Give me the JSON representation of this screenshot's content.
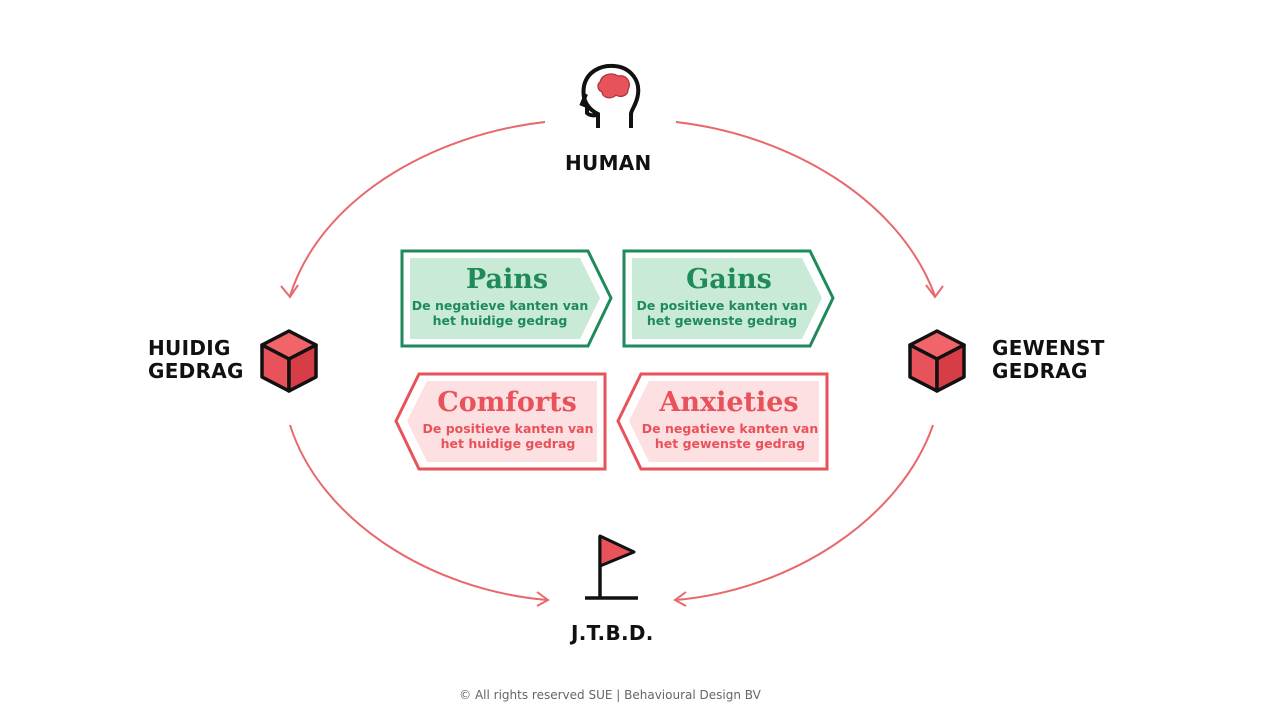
{
  "nodes": {
    "human": "HUMAN",
    "current_behaviour": [
      "HUIDIG",
      "GEDRAG"
    ],
    "desired_behaviour": [
      "GEWENST",
      "GEDRAG"
    ],
    "jtbd": "J.T.B.D."
  },
  "forces": [
    {
      "title": "Pains",
      "line1": "De negatieve kanten van",
      "line2": "het huidige gedrag",
      "color": "#1f8a5a"
    },
    {
      "title": "Gains",
      "line1": "De positieve kanten van",
      "line2": "het gewenste gedrag",
      "color": "#1f8a5a"
    },
    {
      "title": "Comforts",
      "line1": "De positieve kanten van",
      "line2": "het huidige gedrag",
      "color": "#e8525b"
    },
    {
      "title": "Anxieties",
      "line1": "De negatieve kanten van",
      "line2": "het gewenste gedrag",
      "color": "#e8525b"
    }
  ],
  "footer": "© All rights reserved SUE | Behavioural Design BV"
}
